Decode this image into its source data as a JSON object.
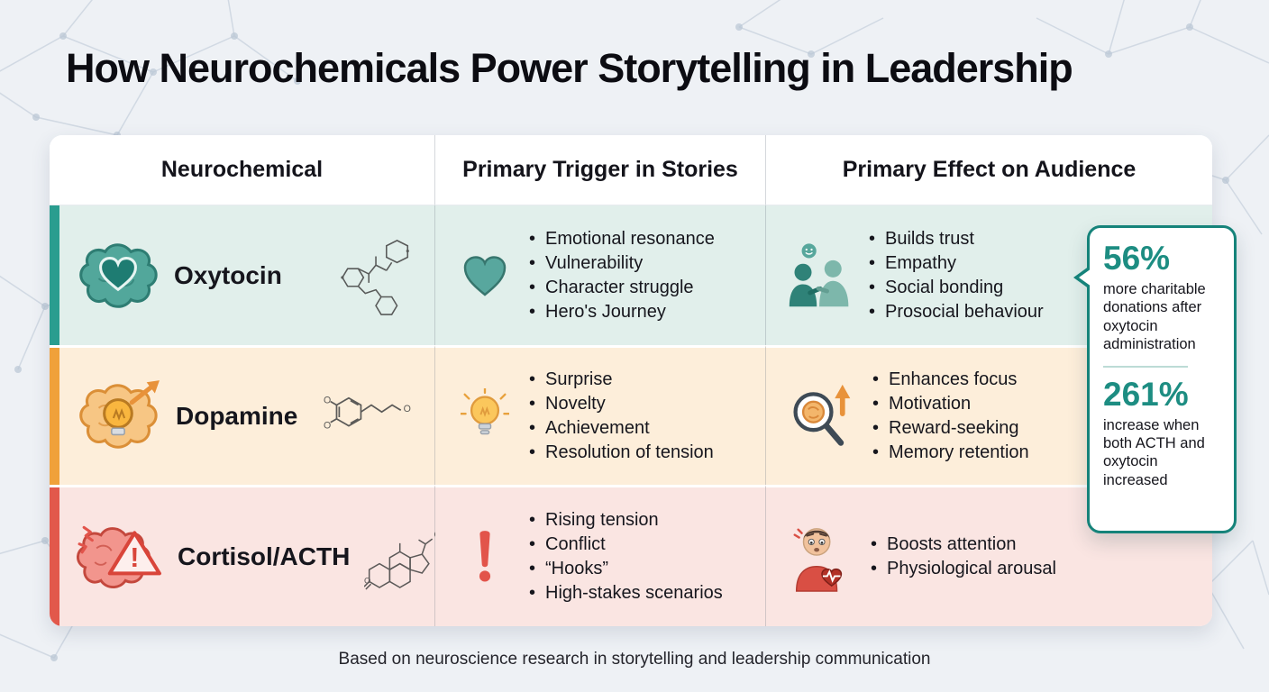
{
  "title": "How Neurochemicals Power Storytelling in Leadership",
  "footer": "Based on neuroscience research in storytelling and leadership communication",
  "table": {
    "headers": [
      "Neurochemical",
      "Primary Trigger in Stories",
      "Primary Effect on Audience"
    ],
    "rows": [
      {
        "name": "Oxytocin",
        "triggers": [
          "Emotional resonance",
          "Vulnerability",
          "Character struggle",
          "Hero's Journey"
        ],
        "effects": [
          "Builds trust",
          "Empathy",
          "Social bonding",
          "Prosocial behaviour"
        ]
      },
      {
        "name": "Dopamine",
        "triggers": [
          "Surprise",
          "Novelty",
          "Achievement",
          "Resolution of tension"
        ],
        "effects": [
          "Enhances focus",
          "Motivation",
          "Reward-seeking",
          "Memory retention"
        ]
      },
      {
        "name": "Cortisol/ACTH",
        "triggers": [
          "Rising tension",
          "Conflict",
          "“Hooks”",
          "High-stakes scenarios"
        ],
        "effects": [
          "Boosts attention",
          "Physiological arousal"
        ]
      }
    ]
  },
  "callout": {
    "stat1_value": "56%",
    "stat1_text": "more charitable donations after oxytocin administration",
    "stat2_value": "261%",
    "stat2_text": "increase when both ACTH and oxytocin increased"
  },
  "icons": {
    "oxytocin_main": "brain-heart-icon",
    "oxytocin_structure": "oxytocin-molecule-icon",
    "oxytocin_trigger": "heart-icon",
    "oxytocin_effect": "people-trust-icon",
    "dopamine_main": "brain-lightbulb-icon",
    "dopamine_structure": "dopamine-molecule-icon",
    "dopamine_trigger": "lightbulb-icon",
    "dopamine_effect": "magnifier-brain-icon",
    "cortisol_main": "brain-alert-icon",
    "cortisol_structure": "steroid-molecule-icon",
    "cortisol_trigger": "exclamation-icon",
    "cortisol_effect": "stressed-person-icon"
  },
  "colors": {
    "background": "#eef1f5",
    "oxytocin_accent": "#2a9d8f",
    "dopamine_accent": "#f0a13a",
    "cortisol_accent": "#e2584b",
    "oxytocin_bg": "#e1efeb",
    "dopamine_bg": "#fdeeda",
    "cortisol_bg": "#fae5e2",
    "callout_accent": "#15837a"
  }
}
